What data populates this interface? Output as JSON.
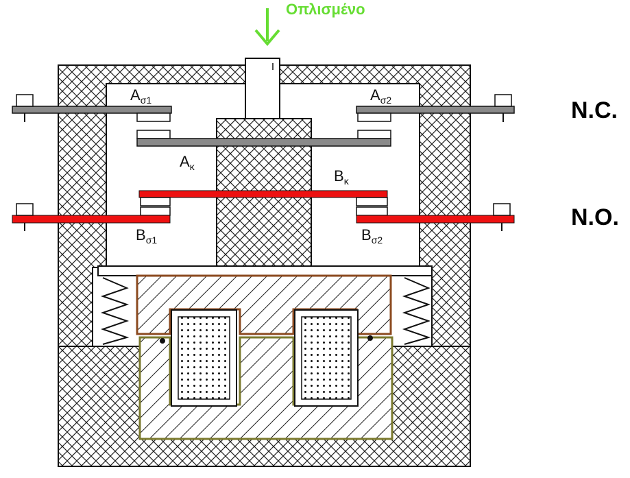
{
  "armature_label": "Οπλισμένο",
  "nc_label": "N.C.",
  "no_label": "N.O.",
  "contacts": {
    "a1": {
      "main": "A",
      "sub": "σ1"
    },
    "a2": {
      "main": "A",
      "sub": "σ2"
    },
    "ak": {
      "main": "A",
      "sub": "κ"
    },
    "bk": {
      "main": "B",
      "sub": "κ"
    },
    "b1": {
      "main": "B",
      "sub": "σ1"
    },
    "b2": {
      "main": "B",
      "sub": "σ2"
    }
  },
  "colors": {
    "accent_green": "#66dd33",
    "no_contact_red": "#ee1111",
    "nc_contact_gray": "#8a8a8a",
    "coil_brown": "#8b4a1f",
    "core_olive": "#7b7a2e"
  }
}
